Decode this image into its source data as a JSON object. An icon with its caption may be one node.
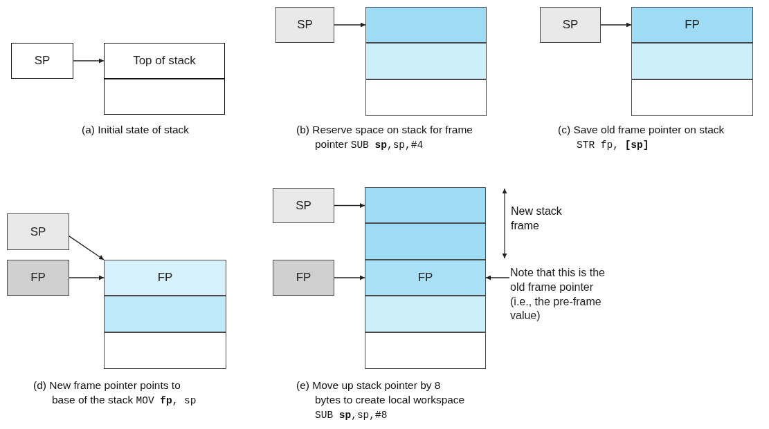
{
  "diagram": {
    "nodes": [
      {
        "text": [
          "SP"
        ]
      },
      {
        "text": [
          "Top of stack"
        ]
      },
      {
        "text": [],
        "shape": "box"
      },
      {
        "text": [
          "SP"
        ]
      },
      {
        "text": [],
        "shape": "box"
      },
      {
        "text": [],
        "shape": "box"
      },
      {
        "text": [],
        "shape": "box"
      },
      {
        "text": [
          "SP"
        ]
      },
      {
        "text": [
          "FP"
        ]
      },
      {
        "text": [],
        "shape": "box"
      },
      {
        "text": [],
        "shape": "box"
      },
      {
        "text": [
          "SP"
        ]
      },
      {
        "text": [
          "FP"
        ]
      },
      {
        "text": [
          "FP"
        ]
      },
      {
        "text": [],
        "shape": "box"
      },
      {
        "text": [],
        "shape": "box"
      },
      {
        "text": [
          "SP"
        ]
      },
      {
        "text": [],
        "shape": "box"
      },
      {
        "text": [],
        "shape": "box"
      },
      {
        "text": [
          "FP"
        ]
      },
      {
        "text": [
          "FP"
        ]
      },
      {
        "text": [],
        "shape": "box"
      },
      {
        "text": [],
        "shape": "box"
      },
      {
        "text": [
          "Note that this is the old frame pointer (i.e., the pre-frame value)"
        ]
      }
    ],
    "edges": [
      {
        "from": 0,
        "to": 1,
        "arrow": "to"
      },
      {
        "from": 3,
        "to": 4,
        "arrow": "to"
      },
      {
        "from": 7,
        "to": 8,
        "arrow": "to"
      },
      {
        "from": 11,
        "to": 13,
        "arrow": "to"
      },
      {
        "from": 12,
        "to": 13,
        "arrow": "to"
      },
      {
        "from": 16,
        "to": 17,
        "arrow": "to"
      },
      {
        "from": 19,
        "to": 20,
        "arrow": "to"
      },
      {
        "from": 23,
        "to": 20,
        "arrow": "to"
      }
    ],
    "labels": [
      "(a) Initial state of stack",
      "(b) Reserve space on stack for frame pointer",
      "SUB **sp**,sp,#4",
      "(c) Save old frame pointer on stack",
      "STR fp, **[sp]**",
      "(d) New frame pointer points to base of the stack",
      "MOV **fp**, sp",
      "(e) Move up stack pointer by 8 bytes to create local workspace",
      "SUB **sp**,sp,#8",
      "New stack frame"
    ]
  }
}
